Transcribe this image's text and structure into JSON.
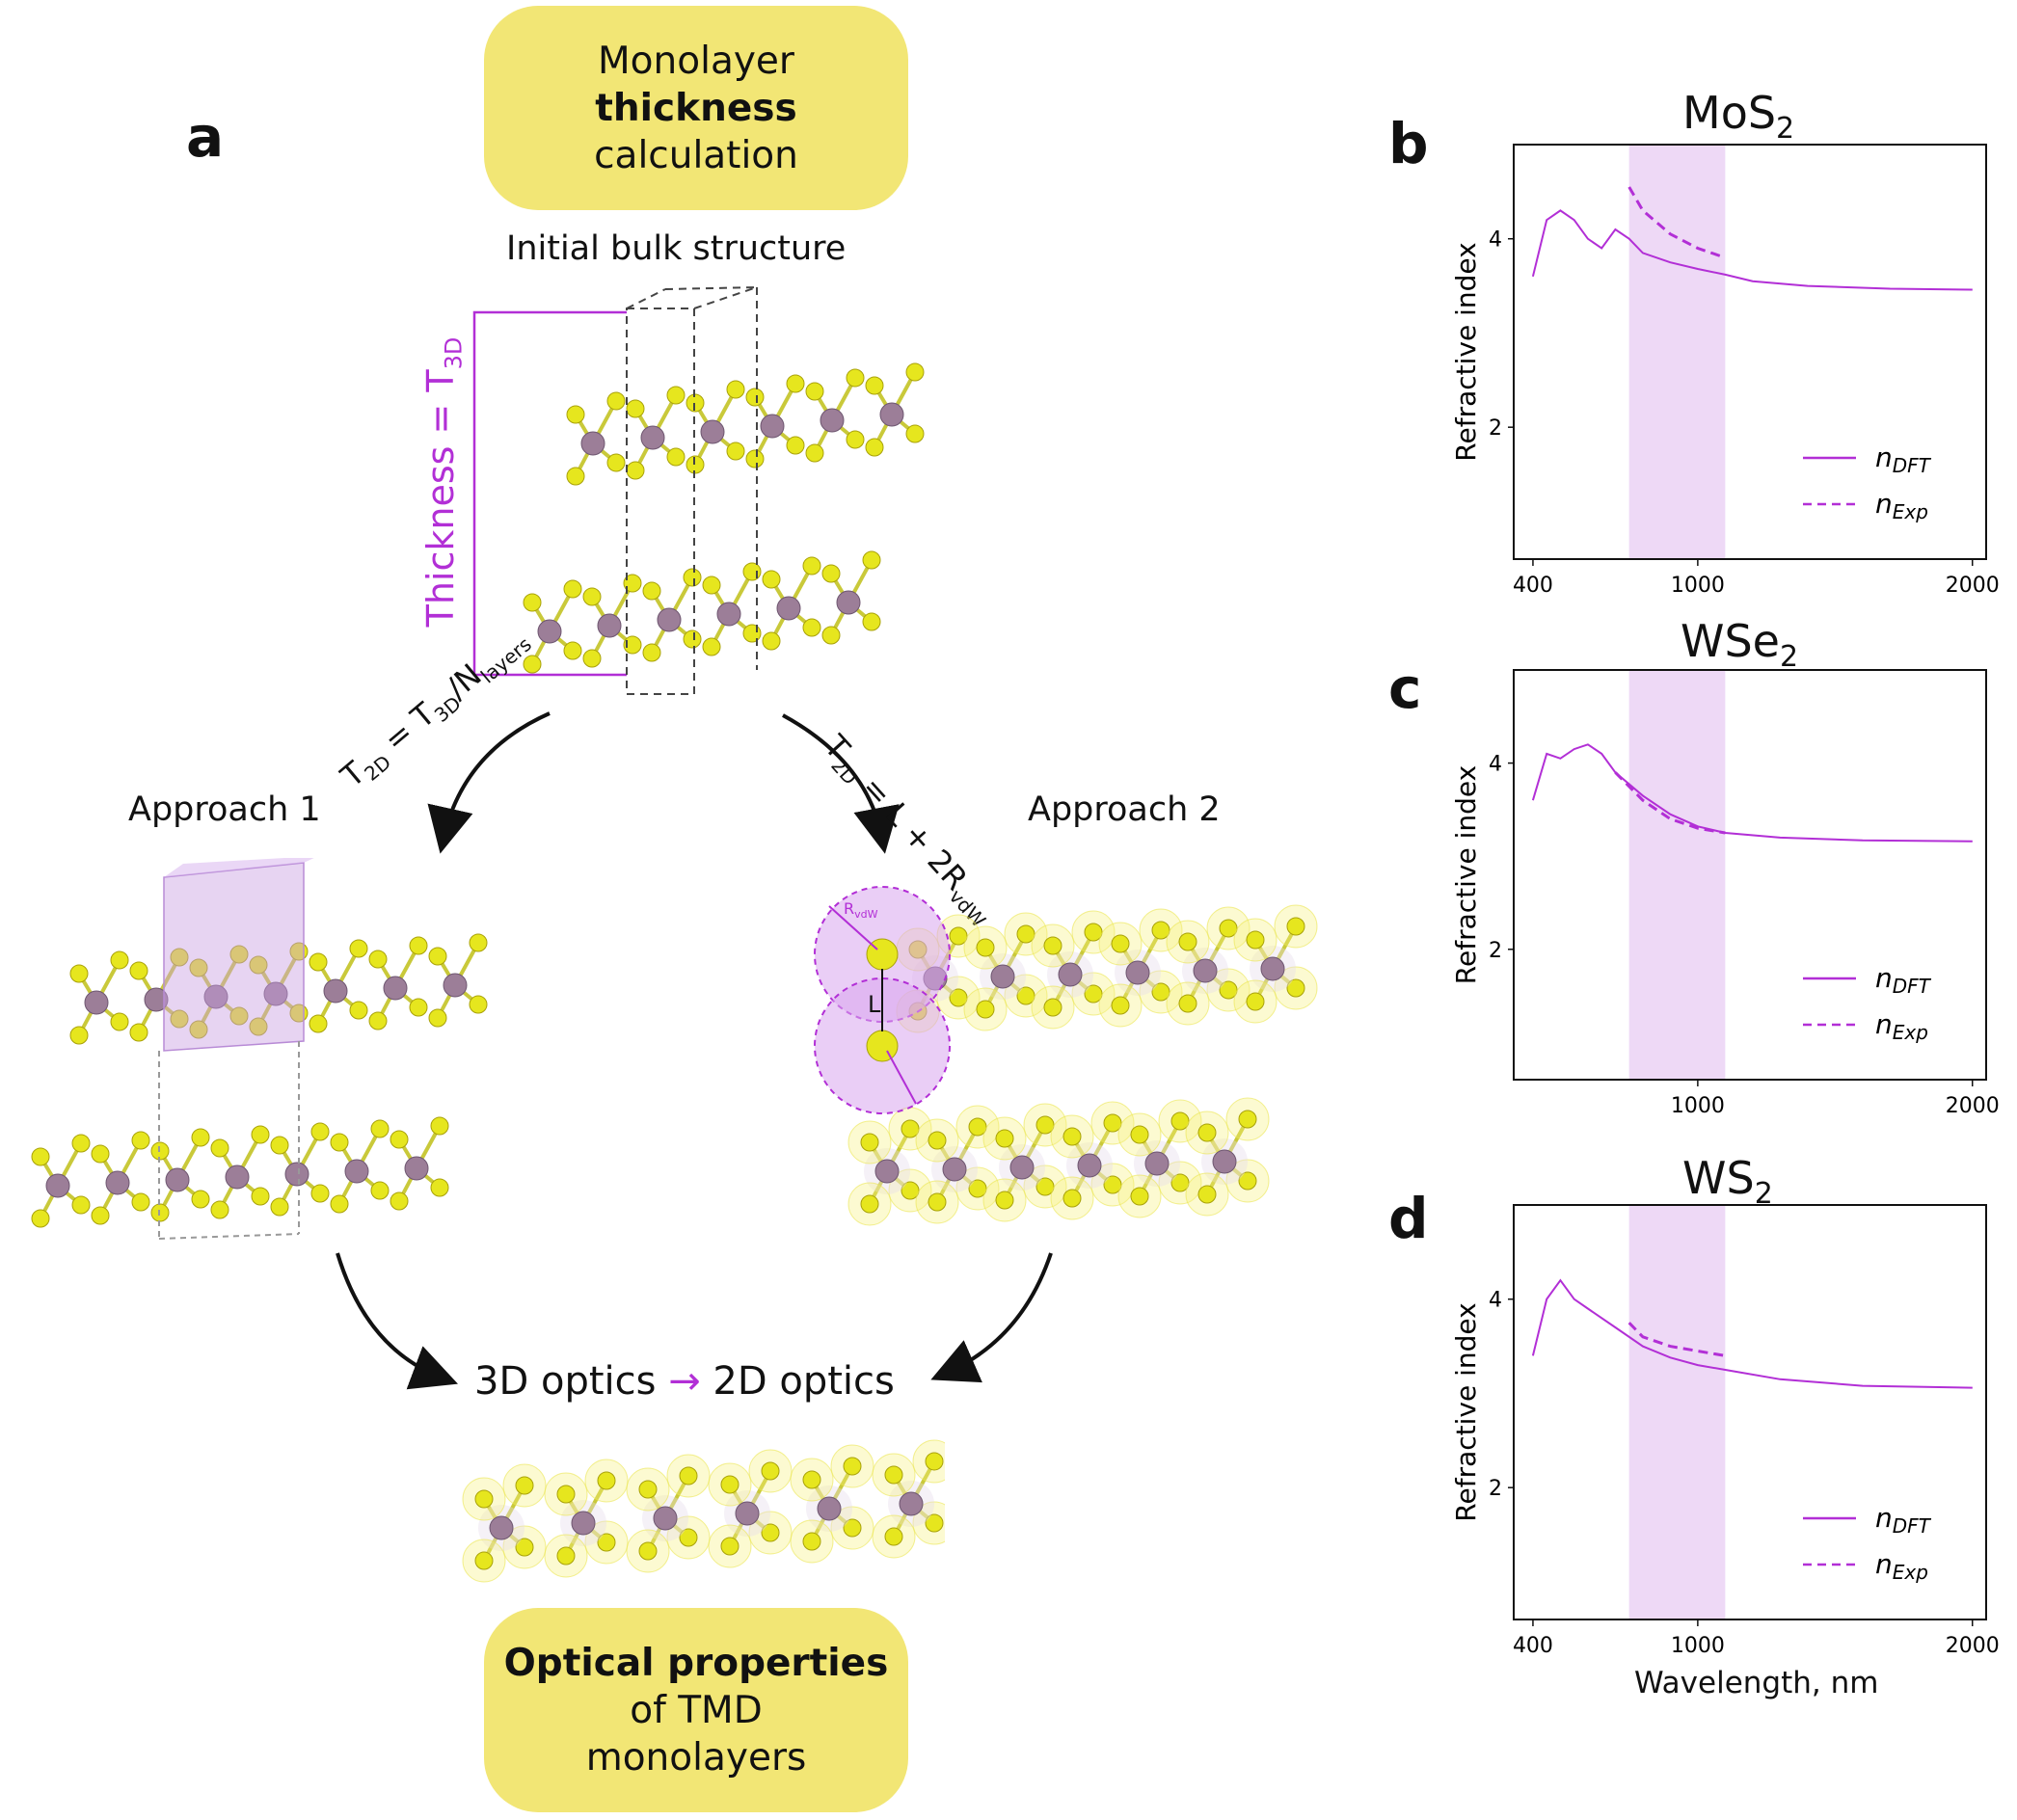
{
  "panel_a": {
    "letter": "a",
    "top_pill": {
      "line1": "Monolayer",
      "line2": "thickness",
      "line3": "calculation"
    },
    "initial_label": "Initial bulk structure",
    "thickness_label": "Thickness = T",
    "thickness_sub": "3D",
    "approach1": "Approach 1",
    "approach2": "Approach 2",
    "eq1": {
      "a": "T",
      "a_sub": "2D",
      "b": " = T",
      "b_sub": "3D",
      "c": "/N",
      "c_sub": "layers"
    },
    "eq2": {
      "a": "T",
      "a_sub": "2D",
      "b": " = L + 2R",
      "b_sub": "vdW"
    },
    "rvdw": "R",
    "rvdw_sub": "vdW",
    "l_label": "L",
    "optics_3d": "3D optics",
    "arrow_sym": "→",
    "optics_2d": "2D optics",
    "bottom_pill": {
      "line1": "Optical properties",
      "line2": "of TMD",
      "line3": "monolayers"
    }
  },
  "colors": {
    "accent": "#b22fd6",
    "pill": "#f2e675",
    "sulfur": "#e6e61e",
    "metal": "#9c7e98",
    "shade": "#eed9f6"
  },
  "chart_data": [
    {
      "panel": "b",
      "type": "line",
      "title": "MoS",
      "title_sub": "2",
      "ylabel": "Refractive index",
      "xlabel": "",
      "xticks": [
        "400",
        "1000",
        "2000"
      ],
      "yticks": [
        "4",
        "2"
      ],
      "highlight": [
        750,
        1100
      ],
      "legend": [
        {
          "name": "DFT",
          "style": "solid"
        },
        {
          "name": "Exp",
          "style": "dashed"
        }
      ],
      "series": [
        {
          "name": "DFT",
          "style": "solid",
          "points": [
            [
              400,
              3.6
            ],
            [
              450,
              4.2
            ],
            [
              500,
              4.3
            ],
            [
              550,
              4.2
            ],
            [
              600,
              4.0
            ],
            [
              650,
              3.9
            ],
            [
              700,
              4.1
            ],
            [
              750,
              4.0
            ],
            [
              800,
              3.85
            ],
            [
              900,
              3.75
            ],
            [
              1000,
              3.68
            ],
            [
              1100,
              3.62
            ],
            [
              1200,
              3.55
            ],
            [
              1400,
              3.5
            ],
            [
              1700,
              3.47
            ],
            [
              2000,
              3.46
            ]
          ]
        },
        {
          "name": "Exp",
          "style": "dashed",
          "points": [
            [
              750,
              4.55
            ],
            [
              800,
              4.3
            ],
            [
              900,
              4.05
            ],
            [
              1000,
              3.9
            ],
            [
              1100,
              3.8
            ]
          ]
        }
      ]
    },
    {
      "panel": "c",
      "type": "line",
      "title": "WSe",
      "title_sub": "2",
      "ylabel": "Refractive index",
      "xlabel": "",
      "xticks": [
        "1000",
        "2000"
      ],
      "yticks": [
        "4",
        "2"
      ],
      "highlight": [
        750,
        1100
      ],
      "legend": [
        {
          "name": "DFT",
          "style": "solid"
        },
        {
          "name": "Exp",
          "style": "dashed"
        }
      ],
      "series": [
        {
          "name": "DFT",
          "style": "solid",
          "points": [
            [
              400,
              3.6
            ],
            [
              450,
              4.1
            ],
            [
              500,
              4.05
            ],
            [
              550,
              4.15
            ],
            [
              600,
              4.2
            ],
            [
              650,
              4.1
            ],
            [
              700,
              3.9
            ],
            [
              800,
              3.65
            ],
            [
              900,
              3.45
            ],
            [
              1000,
              3.32
            ],
            [
              1100,
              3.25
            ],
            [
              1300,
              3.2
            ],
            [
              1600,
              3.17
            ],
            [
              2000,
              3.16
            ]
          ]
        },
        {
          "name": "Exp",
          "style": "dashed",
          "points": [
            [
              700,
              3.9
            ],
            [
              800,
              3.6
            ],
            [
              900,
              3.4
            ],
            [
              1000,
              3.3
            ],
            [
              1100,
              3.25
            ]
          ]
        }
      ]
    },
    {
      "panel": "d",
      "type": "line",
      "title": "WS",
      "title_sub": "2",
      "ylabel": "Refractive index",
      "xlabel": "Wavelength, nm",
      "xticks": [
        "400",
        "1000",
        "2000"
      ],
      "yticks": [
        "4",
        "2"
      ],
      "highlight": [
        750,
        1100
      ],
      "legend": [
        {
          "name": "DFT",
          "style": "solid"
        },
        {
          "name": "Exp",
          "style": "dashed"
        }
      ],
      "series": [
        {
          "name": "DFT",
          "style": "solid",
          "points": [
            [
              400,
              3.4
            ],
            [
              450,
              4.0
            ],
            [
              500,
              4.2
            ],
            [
              550,
              4.0
            ],
            [
              600,
              3.9
            ],
            [
              700,
              3.7
            ],
            [
              800,
              3.5
            ],
            [
              900,
              3.38
            ],
            [
              1000,
              3.3
            ],
            [
              1100,
              3.25
            ],
            [
              1300,
              3.15
            ],
            [
              1600,
              3.08
            ],
            [
              2000,
              3.06
            ]
          ]
        },
        {
          "name": "Exp",
          "style": "dashed",
          "points": [
            [
              750,
              3.75
            ],
            [
              800,
              3.6
            ],
            [
              900,
              3.5
            ],
            [
              1000,
              3.45
            ],
            [
              1100,
              3.4
            ]
          ]
        }
      ]
    }
  ]
}
